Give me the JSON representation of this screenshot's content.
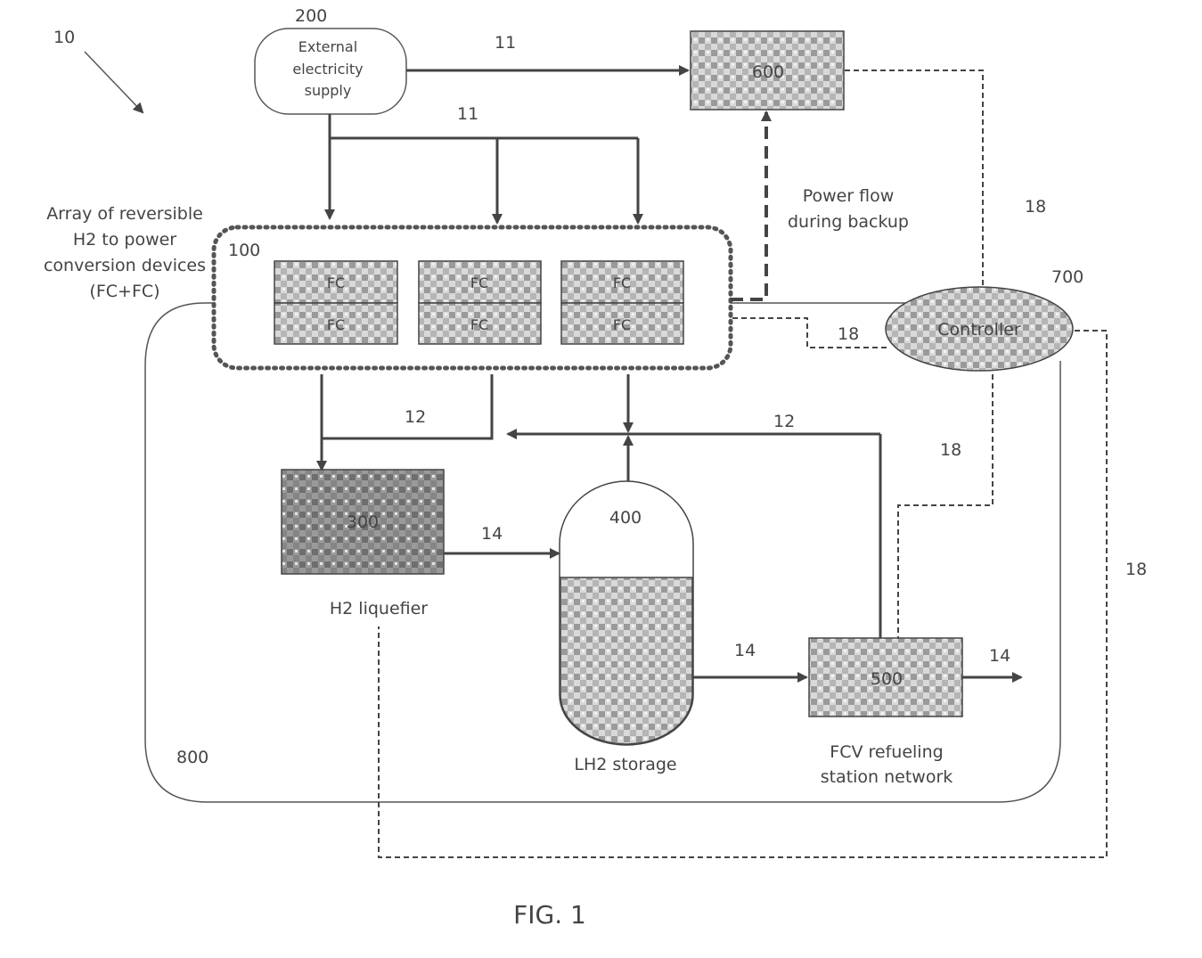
{
  "system": {
    "ref": "10"
  },
  "external_supply": {
    "ref": "200",
    "lines": [
      "External",
      "electricity",
      "supply"
    ]
  },
  "backup_unit": {
    "ref": "600"
  },
  "array": {
    "ref": "100",
    "caption_lines": [
      "Array of reversible",
      "H2 to power",
      "conversion devices",
      "(FC+FC)"
    ],
    "cells": [
      "FC",
      "FC",
      "FC",
      "FC",
      "FC",
      "FC"
    ]
  },
  "power_flow": {
    "lines": [
      "Power flow",
      "during backup"
    ]
  },
  "controller": {
    "ref": "700",
    "label": "Controller"
  },
  "liquefier": {
    "ref": "300",
    "label": "H2 liquefier"
  },
  "storage": {
    "ref": "400",
    "label": "LH2 storage"
  },
  "refueling": {
    "ref": "500",
    "lines": [
      "FCV refueling",
      "station network"
    ]
  },
  "enclosure": {
    "ref": "800"
  },
  "flow_labels": {
    "supply_to_backup": "11",
    "supply_to_array": "11",
    "array_to_liquefier": "12",
    "return_to_storage": "12",
    "liquefier_to_storage": "14",
    "storage_to_refueling": "14",
    "refueling_out": "14",
    "signal_backup": "18",
    "signal_array": "18",
    "signal_refueling": "18",
    "signal_liquefier": "18"
  },
  "figure": {
    "caption": "FIG. 1"
  }
}
